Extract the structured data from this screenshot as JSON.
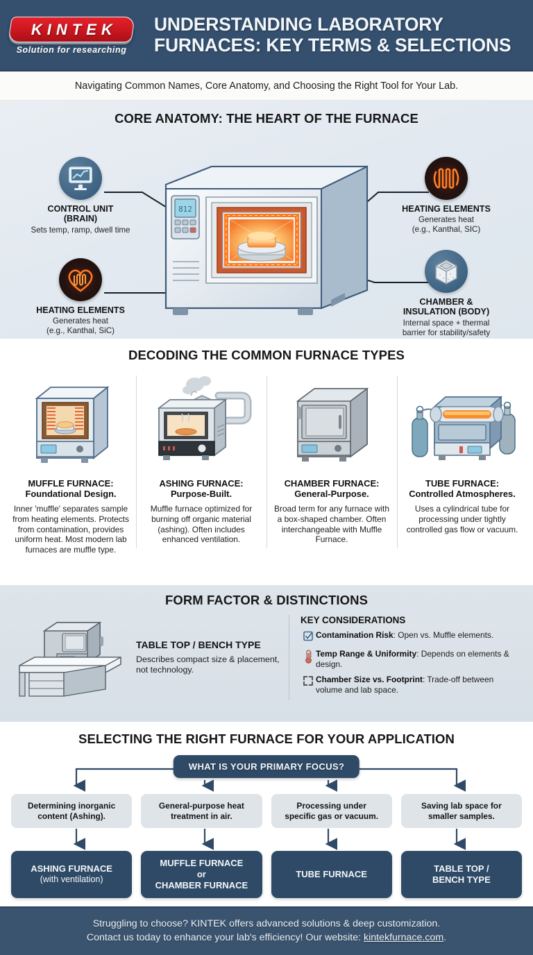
{
  "header": {
    "logo_text": "KINTEK",
    "logo_tagline": "Solution for researching",
    "title_line1": "UNDERSTANDING LABORATORY",
    "title_line2": "FURNACES: KEY TERMS & SELECTIONS",
    "bg_color": "#34506e",
    "logo_color": "#d2161f"
  },
  "subtitle": "Navigating Common Names, Core Anatomy, and Choosing the Right Tool for Your Lab.",
  "anatomy": {
    "section_title": "CORE ANATOMY: THE HEART OF THE FURNACE",
    "nodes": [
      {
        "icon": "monitor-icon",
        "title": "CONTROL UNIT\n(BRAIN)",
        "title_line1": "CONTROL UNIT",
        "title_line2": "(BRAIN)",
        "desc": "Sets temp, ramp, dwell time"
      },
      {
        "icon": "heart-coil-icon",
        "title_line1": "HEATING ELEMENTS",
        "title_line2": "",
        "desc_line1": "Generates heat",
        "desc_line2": "(e.g., Kanthal, SiC)"
      },
      {
        "icon": "heating-coil-icon",
        "title_line1": "HEATING ELEMENTS",
        "title_line2": "",
        "desc_line1": "Generates heat",
        "desc_line2": "(e.g., Kanthal, SIC)"
      },
      {
        "icon": "insulation-cube-icon",
        "title_line1": "CHAMBER &",
        "title_line2": "INSULATION (BODY)",
        "desc_line1": "Internal space + thermal",
        "desc_line2": "barrier for stability/safety"
      }
    ]
  },
  "types": {
    "section_title": "DECODING THE COMMON FURNACE TYPES",
    "items": [
      {
        "art": "muffle-furnace-illustration",
        "name_line1": "MUFFLE FURNACE:",
        "name_line2": "Foundational Design.",
        "desc": "Inner 'muffle' separates sample from heating elements. Protects from contamination, provides uniform heat. Most modern lab furnaces are muffle type."
      },
      {
        "art": "ashing-furnace-illustration",
        "name_line1": "ASHING FURNACE:",
        "name_line2": "Purpose-Built.",
        "desc": "Muffle furnace optimized for burning off organic material (ashing). Often includes enhanced ventilation."
      },
      {
        "art": "chamber-furnace-illustration",
        "name_line1": "CHAMBER FURNACE:",
        "name_line2": "General-Purpose.",
        "desc": "Broad term for any furnace with a box-shaped chamber. Often interchangeable with Muffle Furnace."
      },
      {
        "art": "tube-furnace-illustration",
        "name_line1": "TUBE FURNACE:",
        "name_line2": "Controlled Atmospheres.",
        "desc": "Uses a cylindrical tube for processing under tightly controlled gas flow or vacuum."
      }
    ]
  },
  "form_factor": {
    "section_title": "FORM FACTOR & DISTINCTIONS",
    "art": "bench-furnace-on-table-illustration",
    "title": "TABLE TOP / BENCH TYPE",
    "desc": "Describes compact size & placement, not technology.",
    "considerations_title": "KEY CONSIDERATIONS",
    "considerations": [
      {
        "icon": "checkbox-icon",
        "term": "Contamination Risk",
        "text": ": Open vs. Muffle elements."
      },
      {
        "icon": "thermometer-icon",
        "term": "Temp Range & Uniformity",
        "text": ": Depends on elements & design."
      },
      {
        "icon": "expand-arrows-icon",
        "term": "Chamber Size vs. Footprint",
        "text": ": Trade-off between volume and lab space."
      }
    ]
  },
  "decision": {
    "section_title": "SELECTING THE RIGHT FURNACE FOR YOUR APPLICATION",
    "root_label": "WHAT IS YOUR PRIMARY FOCUS?",
    "branches": [
      {
        "option_line1": "Determining inorganic",
        "option_line2": "content (Ashing).",
        "answer_line1": "ASHING FURNACE",
        "answer_line2": "(with ventilation)",
        "answer_line2_thin": true
      },
      {
        "option_line1": "General-purpose heat",
        "option_line2": "treatment in air.",
        "answer_line1": "MUFFLE FURNACE",
        "answer_line2": "or",
        "answer_line3": "CHAMBER FURNACE"
      },
      {
        "option_line1": "Processing under",
        "option_line2": "specific gas or vacuum.",
        "answer_line1": "TUBE FURNACE",
        "answer_line2": ""
      },
      {
        "option_line1": "Saving lab space for",
        "option_line2": "smaller samples.",
        "answer_line1": "TABLE TOP /",
        "answer_line2": "BENCH TYPE"
      }
    ],
    "accent_color": "#2f4a66",
    "option_bg": "#dfe4e8"
  },
  "footer": {
    "line1": "Struggling to choose? KINTEK offers advanced solutions & deep customization.",
    "line2_pre": "Contact us today to enhance your lab's efficiency! Our website: ",
    "website": "kintekfurnace.com",
    "line2_post": ".",
    "bg_color": "#3a536e"
  }
}
